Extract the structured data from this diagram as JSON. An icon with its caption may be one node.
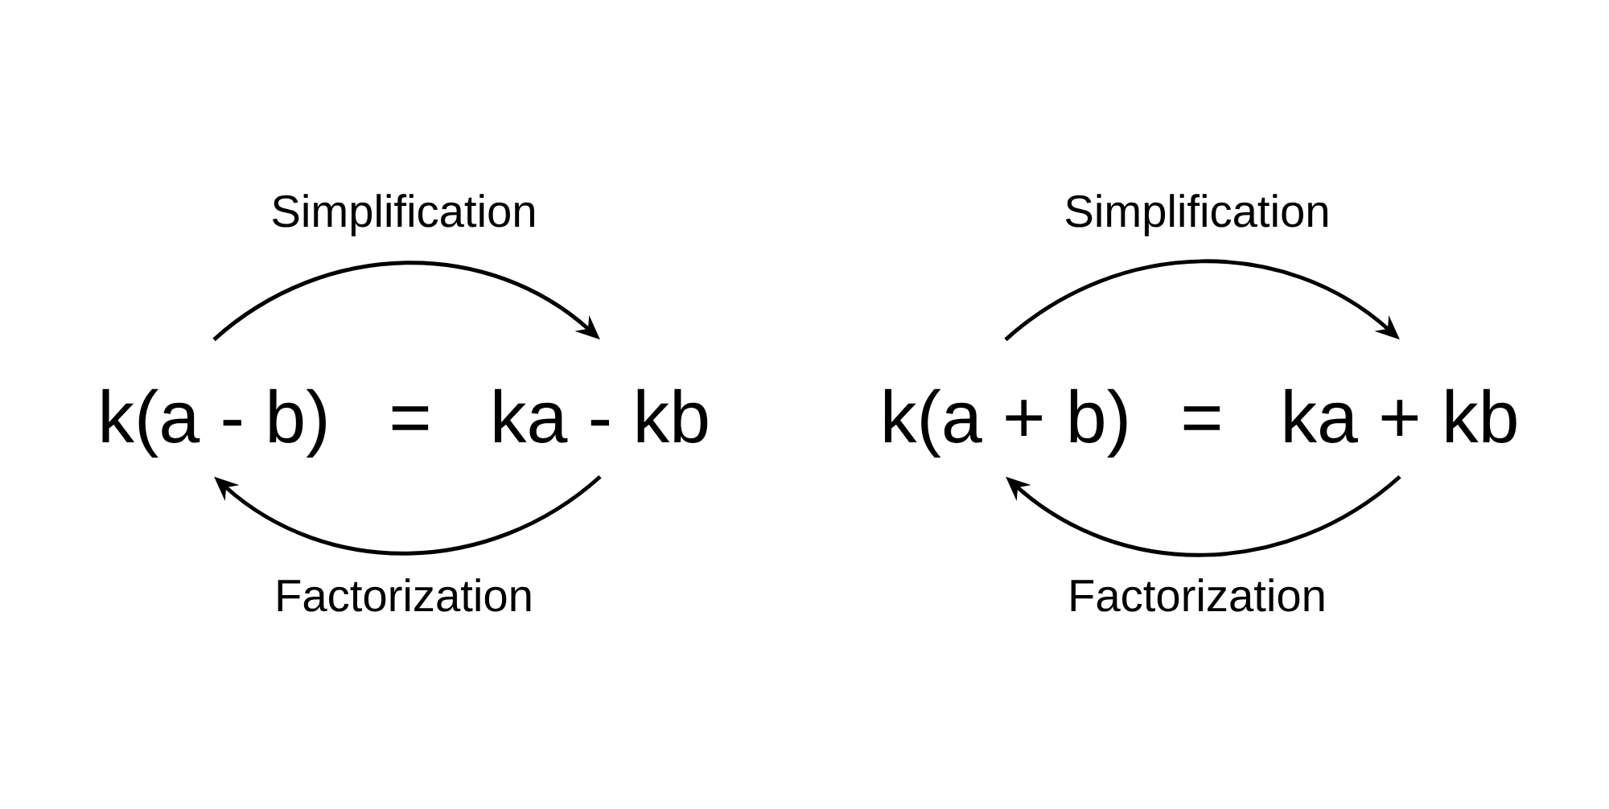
{
  "diagram": {
    "nodes": [
      {
        "text": [
          "k(a - b)"
        ]
      },
      {
        "text": [
          "ka - kb"
        ]
      },
      {
        "text": [
          "k(a + b)"
        ]
      },
      {
        "text": [
          "ka + kb"
        ]
      }
    ],
    "edges": [
      {
        "from": 0,
        "to": 1,
        "arrow": "to",
        "label": "Simplification"
      },
      {
        "from": 1,
        "to": 0,
        "arrow": "to",
        "label": "Factorization"
      },
      {
        "from": 2,
        "to": 3,
        "arrow": "to",
        "label": "Simplification"
      },
      {
        "from": 3,
        "to": 2,
        "arrow": "to",
        "label": "Factorization"
      }
    ],
    "labels": [
      "=",
      "="
    ]
  }
}
